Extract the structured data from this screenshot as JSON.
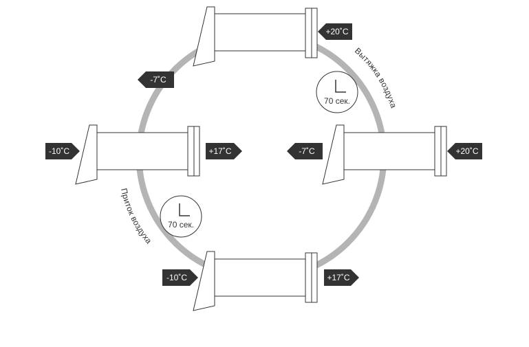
{
  "colors": {
    "ring": "#b4b4b4",
    "arrow_fill": "#333333",
    "arrow_text": "#ffffff",
    "stroke": "#333333",
    "background": "#ffffff"
  },
  "labels": {
    "exhaust": "Вытяжка воздуха",
    "supply": "Приток воздуха"
  },
  "timers": {
    "exhaust_timer": "70 сек.",
    "supply_timer": "70 сек."
  },
  "temperatures": {
    "top_in": "+20˚C",
    "top_out": "-7˚C",
    "right_in": "+20˚C",
    "right_out": "-7˚C",
    "left_in": "-10˚C",
    "left_out": "+17˚C",
    "bottom_in": "-10˚C",
    "bottom_out": "+17˚C"
  }
}
